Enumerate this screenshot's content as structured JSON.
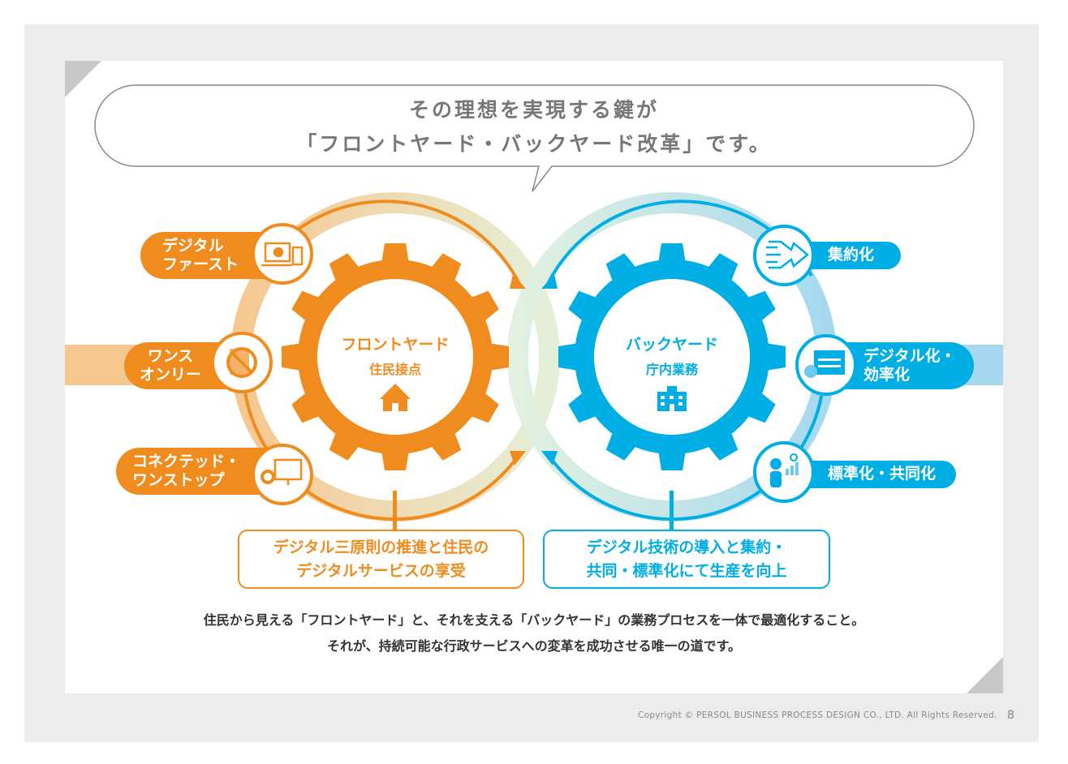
{
  "headline": {
    "line1": "その理想を実現する鍵が",
    "line2": "「フロントヤード・バックヤード改革」です。"
  },
  "front_gear": {
    "title": "フロントヤード",
    "subtitle": "住民接点",
    "icon": "house-icon",
    "color": "#f08c1e"
  },
  "back_gear": {
    "title": "バックヤード",
    "subtitle": "庁内業務",
    "icon": "building-icon",
    "color": "#00aee6"
  },
  "front_items": [
    {
      "line1": "デジタル",
      "line2": "ファースト",
      "icon": "devices-check-icon"
    },
    {
      "line1": "ワンス",
      "line2": "オンリー",
      "icon": "no-paperwork-icon"
    },
    {
      "line1": "コネクテッド・",
      "line2": "ワンストップ",
      "icon": "connected-monitor-icon"
    }
  ],
  "back_items": [
    {
      "line1": "集約化",
      "line2": "",
      "icon": "converging-arrows-icon"
    },
    {
      "line1": "デジタル化・",
      "line2": "効率化",
      "icon": "monitor-gear-icon"
    },
    {
      "line1": "標準化・共同化",
      "line2": "",
      "icon": "person-chart-icon"
    }
  ],
  "front_box": {
    "line1": "デジタル三原則の推進と住民の",
    "line2": "デジタルサービスの享受"
  },
  "back_box": {
    "line1": "デジタル技術の導入と集約・",
    "line2": "共同・標準化にて生産を向上"
  },
  "description": {
    "line1": "住民から見える「フロントヤード」と、それを支える「バックヤード」の業務プロセスを一体で最適化すること。",
    "line2": "それが、持続可能な行政サービスへの変革を成功させる唯一の道です。"
  },
  "footer": {
    "copyright": "Copyright © PERSOL BUSINESS PROCESS DESIGN CO., LTD. All Rights Reserved.",
    "page_number": "8"
  }
}
